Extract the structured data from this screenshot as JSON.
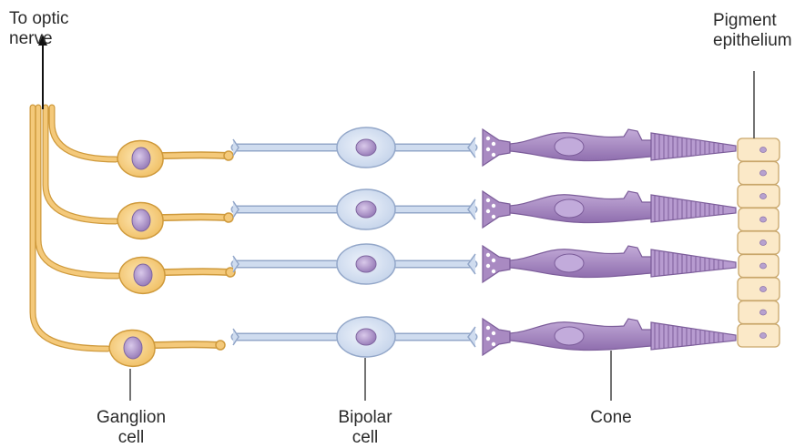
{
  "labels": {
    "optic": "To optic\nnerve",
    "pigment": "Pigment\nepithelium",
    "ganglion": "Ganglion\ncell",
    "bipolar": "Bipolar\ncell",
    "cone": "Cone"
  },
  "colors": {
    "ganglion_fill": "#f4c97a",
    "ganglion_stroke": "#cf9a3c",
    "bipolar_fill": "#cfdcef",
    "bipolar_stroke": "#93a7c9",
    "cone_fill": "#a98ac2",
    "cone_stroke": "#7c5d9a",
    "nucleus": "#a992c4",
    "pigment_fill": "#fbe9c8",
    "pigment_stroke": "#c9a76b",
    "leader": "#444444"
  },
  "rows": 4
}
